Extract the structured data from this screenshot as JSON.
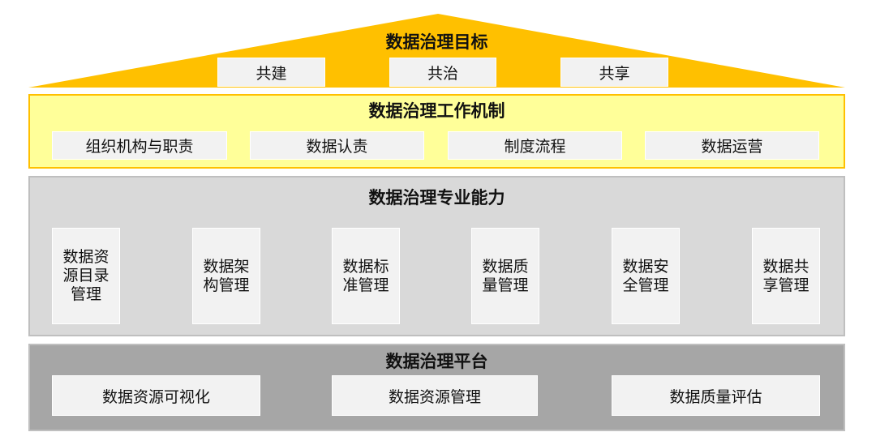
{
  "goal": {
    "title": "数据治理目标",
    "items": [
      "共建",
      "共治",
      "共享"
    ]
  },
  "mechanism": {
    "title": "数据治理工作机制",
    "items": [
      "组织机构与职责",
      "数据认责",
      "制度流程",
      "数据运营"
    ]
  },
  "capability": {
    "title": "数据治理专业能力",
    "items": [
      "数据资源目录管理",
      "数据架构管理",
      "数据标准管理",
      "数据质量管理",
      "数据安全管理",
      "数据共享管理"
    ]
  },
  "platform": {
    "title": "数据治理平台",
    "items": [
      "数据资源可视化",
      "数据资源管理",
      "数据质量评估"
    ]
  },
  "colors": {
    "roof": "#FFC000",
    "mechanism_bg": "#FFFF99",
    "capability_bg": "#D9D9D9",
    "platform_bg": "#A6A6A6",
    "box_bg": "#F2F2F2"
  }
}
